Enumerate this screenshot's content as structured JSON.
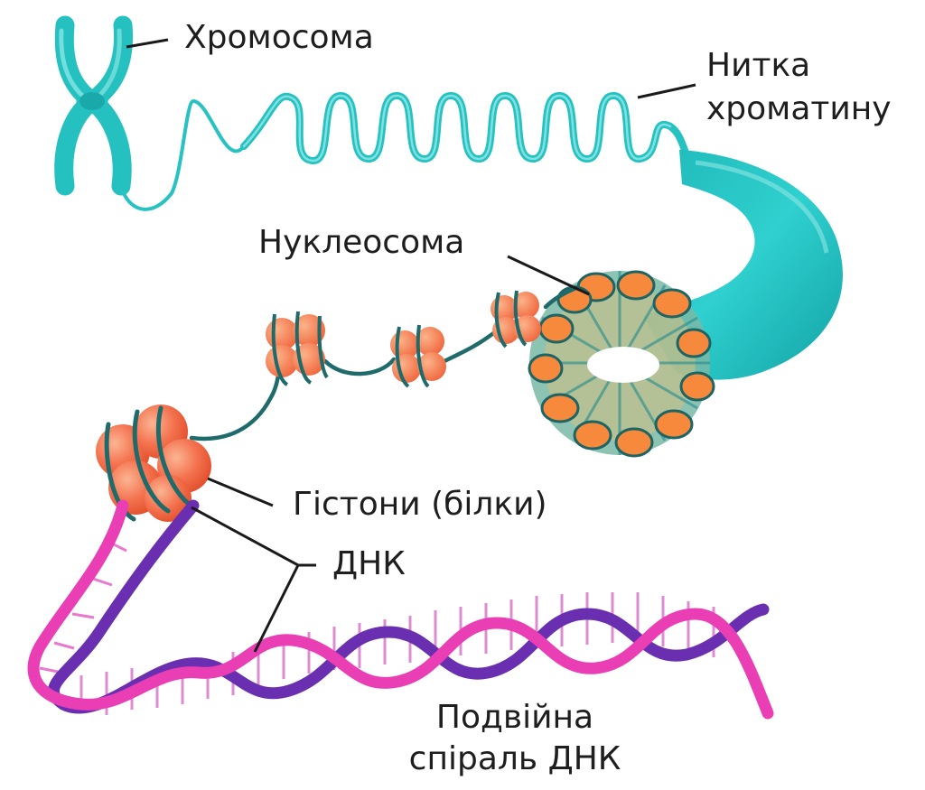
{
  "labels": {
    "chromosome": "Хромосома",
    "chromatin_line1": "Нитка",
    "chromatin_line2": "хроматину",
    "nucleosome": "Нуклеосома",
    "histones": "Гістони (білки)",
    "dna": "ДНК",
    "double_helix_line1": "Подвійна",
    "double_helix_line2": "спіраль ДНК"
  },
  "colors": {
    "chromatin": "#26c3c3",
    "chromatin_dark": "#15a3a6",
    "chromatin_light": "#7de3e0",
    "dna_strand": "#1f6b6b",
    "histone": "#f3734f",
    "histone_light": "#f9a27d",
    "histone_dark": "#e5552f",
    "nucleosome_core": "#f78a3c",
    "helix_pink": "#e83bb3",
    "helix_purple": "#6a2fb0",
    "leader_line": "#1a1a1a"
  }
}
